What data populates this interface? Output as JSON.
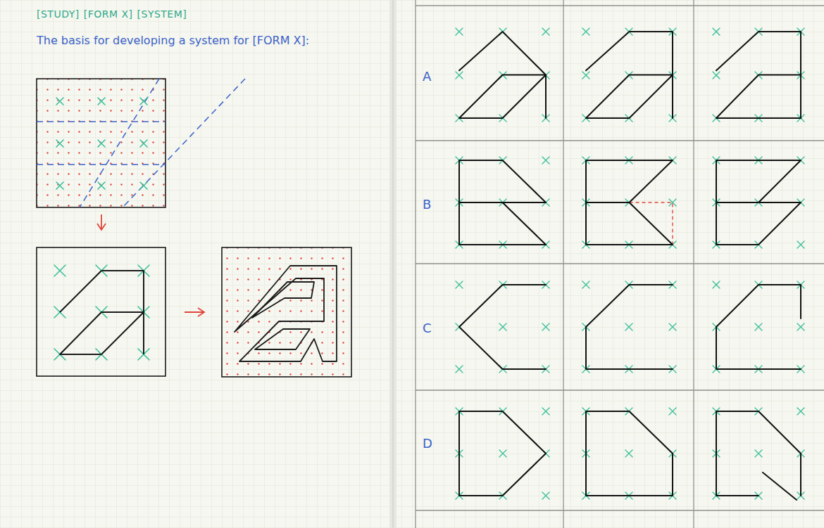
{
  "diagram": {
    "labels": [
      "[STUDY]",
      "[FORM X]",
      "[SYSTEM]",
      "The basis for developing a system for [FORM X]:",
      "A",
      "B",
      "C",
      "D"
    ]
  }
}
